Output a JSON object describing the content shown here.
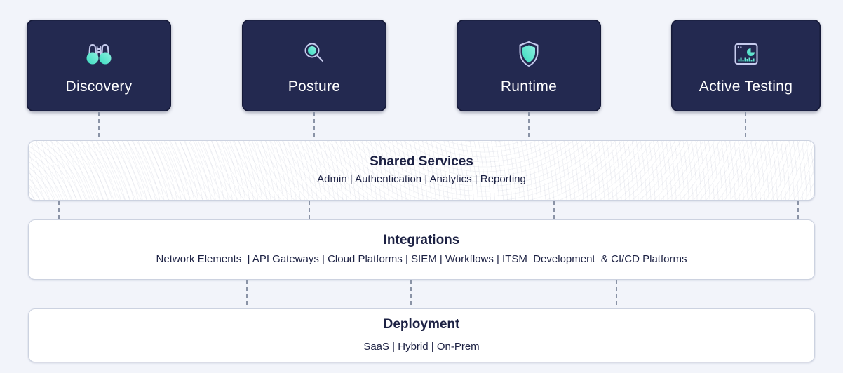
{
  "diagram": {
    "modules": [
      {
        "label": "Discovery",
        "icon": "binoculars-icon"
      },
      {
        "label": "Posture",
        "icon": "magnifier-icon"
      },
      {
        "label": "Runtime",
        "icon": "shield-icon"
      },
      {
        "label": "Active Testing",
        "icon": "analytics-window-icon"
      }
    ],
    "layers": [
      {
        "title": "Shared Services",
        "subtitle": "Admin | Authentication | Analytics | Reporting"
      },
      {
        "title": "Integrations",
        "subtitle": "Network Elements  | API Gateways | Cloud Platforms | SIEM | Workflows | ITSM  Development  & CI/CD Platforms"
      },
      {
        "title": "Deployment",
        "subtitle": "SaaS | Hybrid | On-Prem"
      }
    ],
    "colors": {
      "module_bg": "#232950",
      "accent_teal": "#4be3c8",
      "icon_outline": "#c7ccee",
      "page_bg": "#f2f4fa",
      "text_navy": "#1c2143",
      "connector": "#8a93a6",
      "layer_border": "#ccd2e0"
    }
  }
}
